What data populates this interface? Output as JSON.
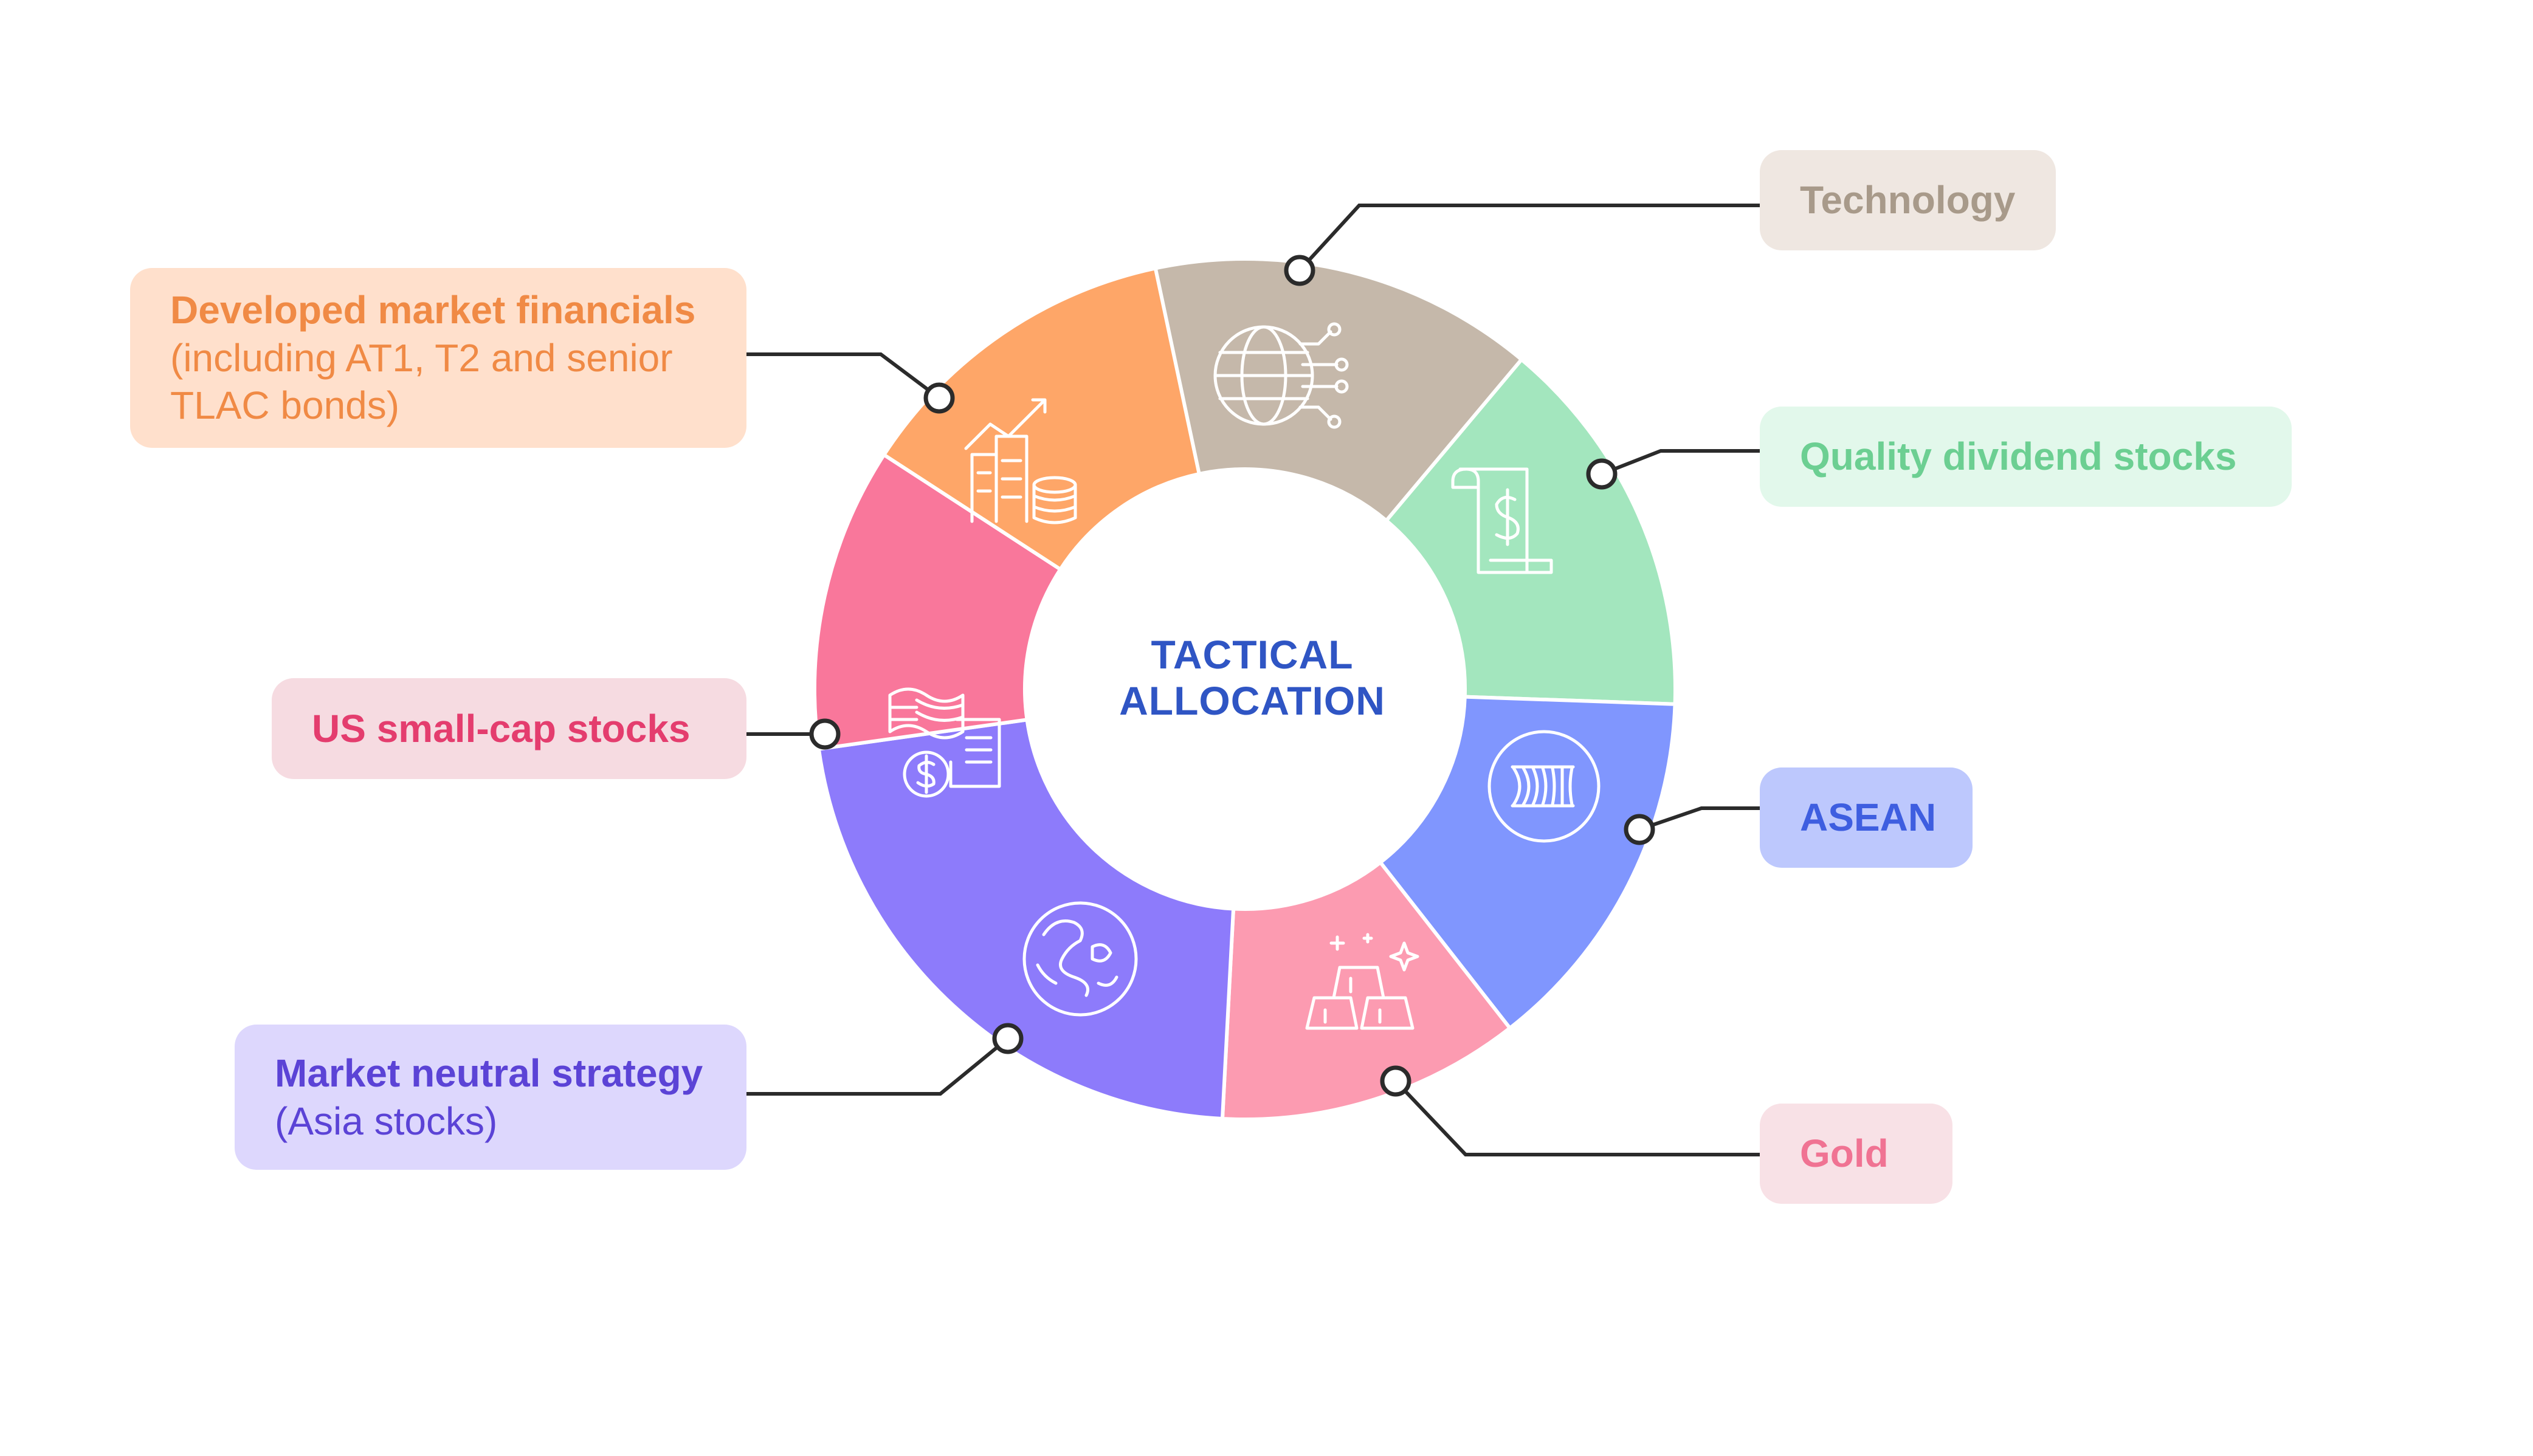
{
  "center": {
    "line1": "TACTICAL",
    "line2": "ALLOCATION",
    "color": "#2f55c4"
  },
  "segments": [
    {
      "id": "technology",
      "title": "Technology",
      "subtitle": "",
      "fill": "#c5b8aa",
      "text_color": "#a89a8a",
      "box_color": "#efe7e1",
      "icon": "globe-circuit-icon"
    },
    {
      "id": "quality-dividend",
      "title": "Quality dividend stocks",
      "subtitle": "",
      "fill": "#a3e6be",
      "text_color": "#6ccf92",
      "box_color": "#e2f8eb",
      "icon": "dollar-scroll-icon"
    },
    {
      "id": "asean",
      "title": "ASEAN",
      "subtitle": "",
      "fill": "#8096fe",
      "text_color": "#3e5ee0",
      "box_color": "#bdc8fd",
      "icon": "asean-emblem-icon"
    },
    {
      "id": "gold",
      "title": "Gold",
      "subtitle": "",
      "fill": "#fc9bb1",
      "text_color": "#f07393",
      "box_color": "#f8e1e6",
      "icon": "gold-bars-icon"
    },
    {
      "id": "market-neutral",
      "title": "Market neutral strategy",
      "subtitle": "(Asia stocks)",
      "fill": "#8d7bfb",
      "text_color": "#5b43d6",
      "box_color": "#ddd7fd",
      "icon": "asia-globe-icon"
    },
    {
      "id": "us-small-cap",
      "title": "US small-cap stocks",
      "subtitle": "",
      "fill": "#f9779b",
      "text_color": "#e43d6e",
      "box_color": "#f6dbe1",
      "icon": "us-flag-document-icon"
    },
    {
      "id": "dm-financials",
      "title": "Developed market financials",
      "subtitle": "(including AT1, T2 and senior TLAC bonds)",
      "fill": "#fea668",
      "text_color": "#f08a45",
      "box_color": "#ffe0cc",
      "icon": "buildings-coins-icon"
    }
  ]
}
